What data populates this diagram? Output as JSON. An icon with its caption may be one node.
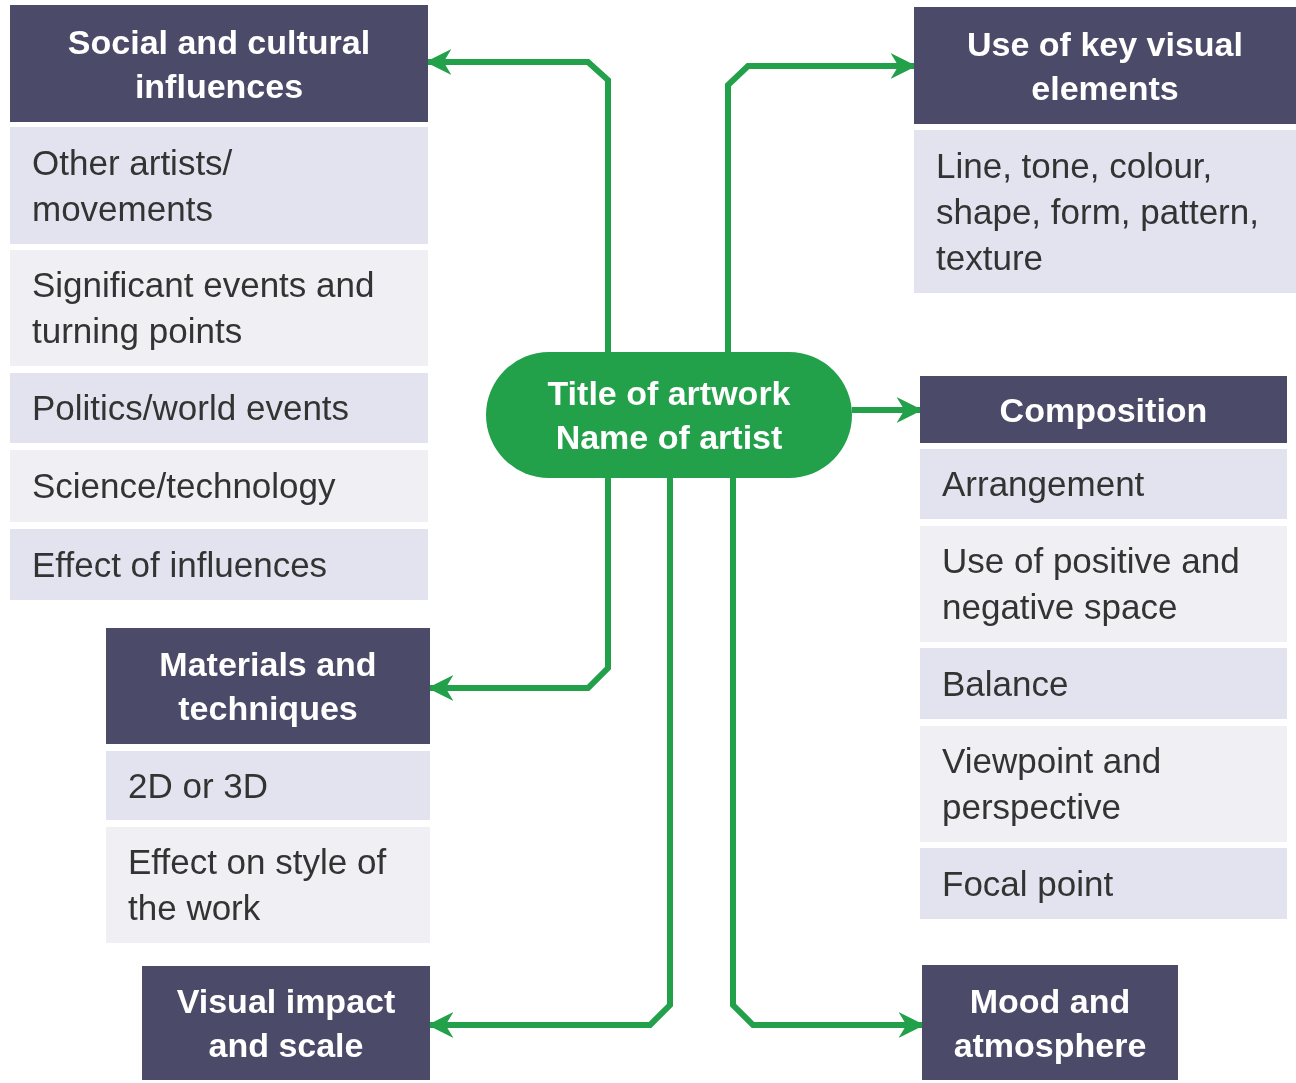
{
  "diagram": {
    "nodes": [
      {
        "text": [
          "Title of artwork",
          "Name of artist"
        ]
      },
      {
        "text": [
          "Social and cultural influences"
        ]
      },
      {
        "text": [
          "Other artists/ movements"
        ]
      },
      {
        "text": [
          "Significant events and turning points"
        ]
      },
      {
        "text": [
          "Politics/world events"
        ]
      },
      {
        "text": [
          "Science/technology"
        ]
      },
      {
        "text": [
          "Effect of influences"
        ]
      },
      {
        "text": [
          "Use of key visual elements"
        ]
      },
      {
        "text": [
          "Line, tone, colour, shape, form, pattern, texture"
        ]
      },
      {
        "text": [
          "Composition"
        ]
      },
      {
        "text": [
          "Arrangement"
        ]
      },
      {
        "text": [
          "Use of positive and negative space"
        ]
      },
      {
        "text": [
          "Balance"
        ]
      },
      {
        "text": [
          "Viewpoint and perspective"
        ]
      },
      {
        "text": [
          "Focal point"
        ]
      },
      {
        "text": [
          "Materials and techniques"
        ]
      },
      {
        "text": [
          "2D or 3D"
        ]
      },
      {
        "text": [
          "Effect on style of the work"
        ]
      },
      {
        "text": [
          "Visual impact and scale"
        ]
      },
      {
        "text": [
          "Mood and atmosphere"
        ]
      }
    ],
    "edges": [
      {
        "from": 0,
        "to": 1,
        "arrow": "to"
      },
      {
        "from": 0,
        "to": 7,
        "arrow": "to"
      },
      {
        "from": 0,
        "to": 9,
        "arrow": "to"
      },
      {
        "from": 0,
        "to": 15,
        "arrow": "to"
      },
      {
        "from": 0,
        "to": 18,
        "arrow": "to"
      },
      {
        "from": 0,
        "to": 19,
        "arrow": "to"
      }
    ]
  }
}
